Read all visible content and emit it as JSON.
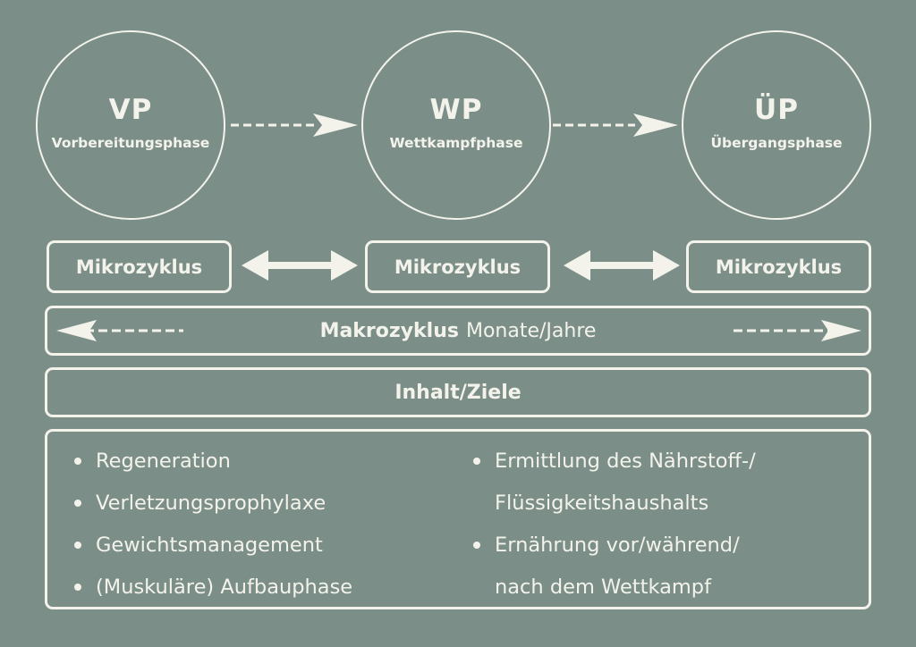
{
  "phases": [
    {
      "abbr": "VP",
      "name": "Vorbereitungsphase"
    },
    {
      "abbr": "WP",
      "name": "Wettkampfphase"
    },
    {
      "abbr": "ÜP",
      "name": "Übergangsphase"
    }
  ],
  "micro": {
    "label": "Mikrozyklus"
  },
  "macro": {
    "bold": "Makrozyklus",
    "normal": "Monate/Jahre"
  },
  "inhalt": {
    "label": "Inhalt/Ziele"
  },
  "left_items": [
    "Regeneration",
    "Verletzungsprophylaxe",
    "Gewichtsmanagement",
    "(Muskuläre) Aufbauphase"
  ],
  "right_items": [
    "Ermittlung des Nährstoff-/",
    "Flüssigkeitshaushalts",
    "Ernährung vor/während/",
    "nach dem Wettkampf"
  ],
  "colors": {
    "background": "#7b8f88",
    "foreground": "#f3f3ec"
  }
}
